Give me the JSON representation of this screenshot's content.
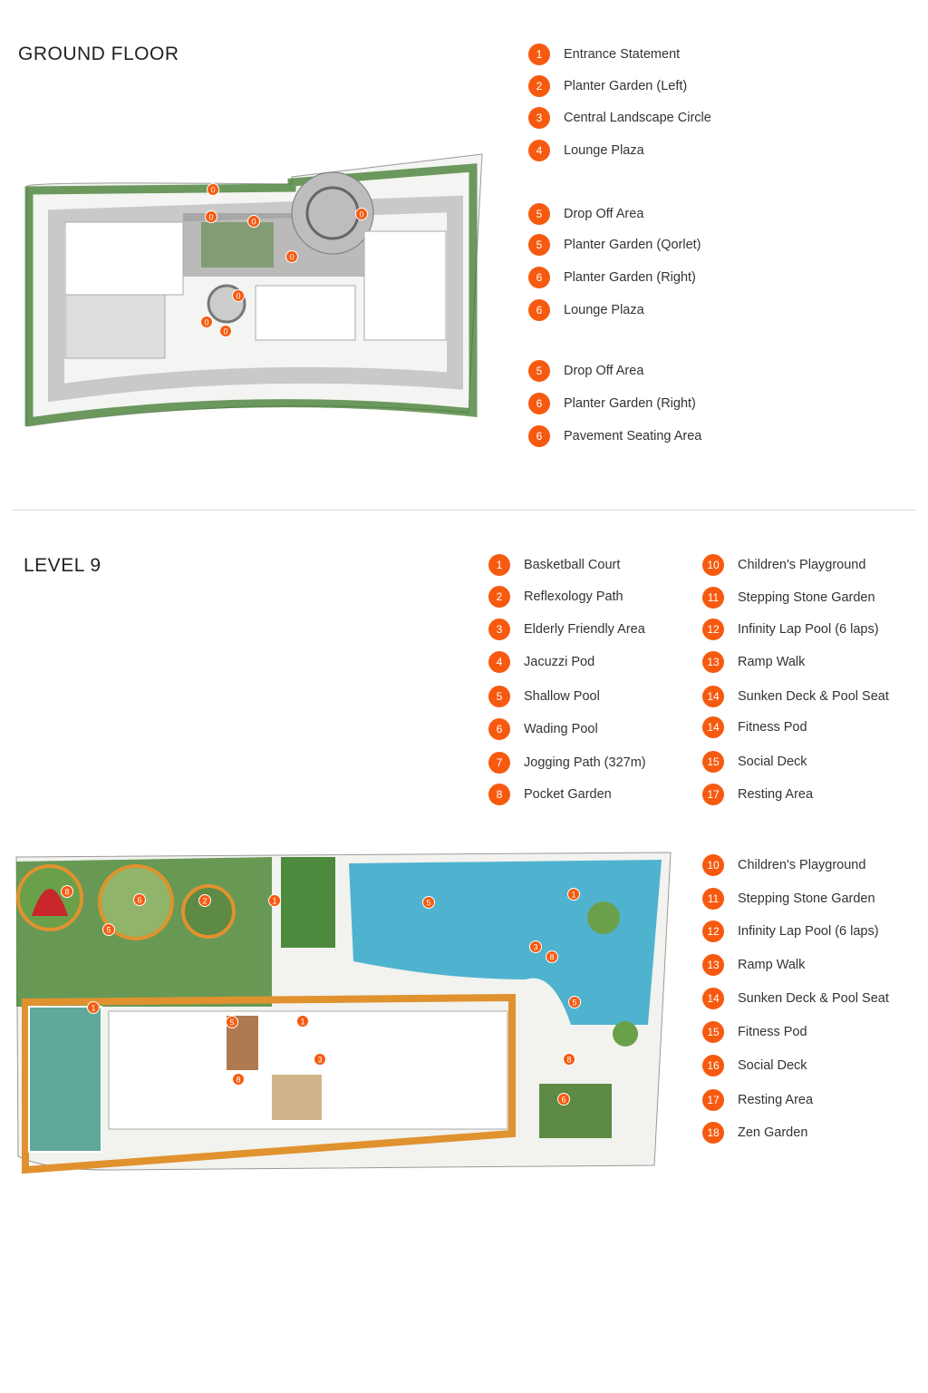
{
  "ground_floor": {
    "title": "GROUND FLOOR",
    "legend": [
      {
        "n": "1",
        "label": "Entrance Statement"
      },
      {
        "n": "2",
        "label": "Planter Garden (Left)"
      },
      {
        "n": "3",
        "label": "Central Landscape Circle"
      },
      {
        "n": "4",
        "label": "Lounge Plaza"
      },
      {
        "n": "5",
        "label": "Drop Off Area"
      },
      {
        "n": "5",
        "label": "Planter Garden (Qorlet)"
      },
      {
        "n": "6",
        "label": "Planter Garden (Right)"
      },
      {
        "n": "6",
        "label": "Lounge Plaza"
      },
      {
        "n": "5",
        "label": "Drop Off Area"
      },
      {
        "n": "6",
        "label": "Planter Garden (Right)"
      },
      {
        "n": "6",
        "label": "Pavement Seating Area"
      }
    ],
    "map_markers": [
      "0",
      "0",
      "0",
      "0",
      "0",
      "0",
      "0",
      "0"
    ]
  },
  "level_9": {
    "title": "LEVEL 9",
    "legend_left": [
      {
        "n": "1",
        "label": "Basketball Court"
      },
      {
        "n": "2",
        "label": "Reflexology Path"
      },
      {
        "n": "3",
        "label": "Elderly Friendly Area"
      },
      {
        "n": "4",
        "label": "Jacuzzi Pod"
      },
      {
        "n": "5",
        "label": "Shallow Pool"
      },
      {
        "n": "6",
        "label": "Wading Pool"
      },
      {
        "n": "7",
        "label": "Jogging Path (327m)"
      },
      {
        "n": "8",
        "label": "Pocket Garden"
      }
    ],
    "legend_right": [
      {
        "n": "10",
        "label": "Children's Playground"
      },
      {
        "n": "11",
        "label": "Stepping Stone Garden"
      },
      {
        "n": "12",
        "label": "Infinity Lap Pool (6 laps)"
      },
      {
        "n": "13",
        "label": "Ramp Walk"
      },
      {
        "n": "14",
        "label": "Sunken Deck & Pool Seat"
      },
      {
        "n": "14",
        "label": "Fitness Pod"
      },
      {
        "n": "15",
        "label": "Social Deck"
      },
      {
        "n": "17",
        "label": "Resting Area"
      }
    ],
    "legend_lower": [
      {
        "n": "10",
        "label": "Children's Playground"
      },
      {
        "n": "11",
        "label": "Stepping Stone Garden"
      },
      {
        "n": "12",
        "label": "Infinity Lap Pool (6 laps)"
      },
      {
        "n": "13",
        "label": "Ramp Walk"
      },
      {
        "n": "14",
        "label": "Sunken Deck & Pool Seat"
      },
      {
        "n": "15",
        "label": "Fitness Pod"
      },
      {
        "n": "16",
        "label": "Social Deck"
      },
      {
        "n": "17",
        "label": "Resting Area"
      },
      {
        "n": "18",
        "label": "Zen Garden"
      }
    ],
    "map_markers": [
      "8",
      "6",
      "5",
      "2",
      "1",
      "5",
      "1",
      "3",
      "8",
      "5",
      "1",
      "5",
      "1",
      "3",
      "8",
      "8",
      "6"
    ]
  },
  "colors": {
    "marker": "#f65a10",
    "pool": "#4fb3cf",
    "grass": "#4f8a3a",
    "path": "#e0922e",
    "paving": "#cfcfcf"
  }
}
